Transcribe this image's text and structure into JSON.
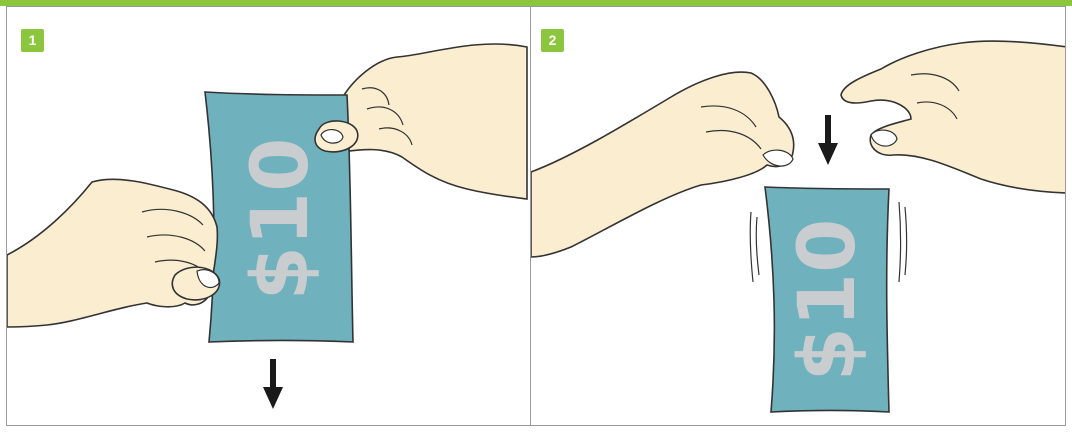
{
  "colors": {
    "accent": "#8cc63f",
    "bill_fill": "#6fb1bc",
    "bill_text": "#c9cdd0",
    "skin": "#fbeed0",
    "outline": "#333333",
    "arrow": "#1a1a1a"
  },
  "panels": [
    {
      "step": "1",
      "bill_text": "$10",
      "motion": "arrow-down"
    },
    {
      "step": "2",
      "bill_text": "$10",
      "motion": "arrow-down"
    }
  ]
}
